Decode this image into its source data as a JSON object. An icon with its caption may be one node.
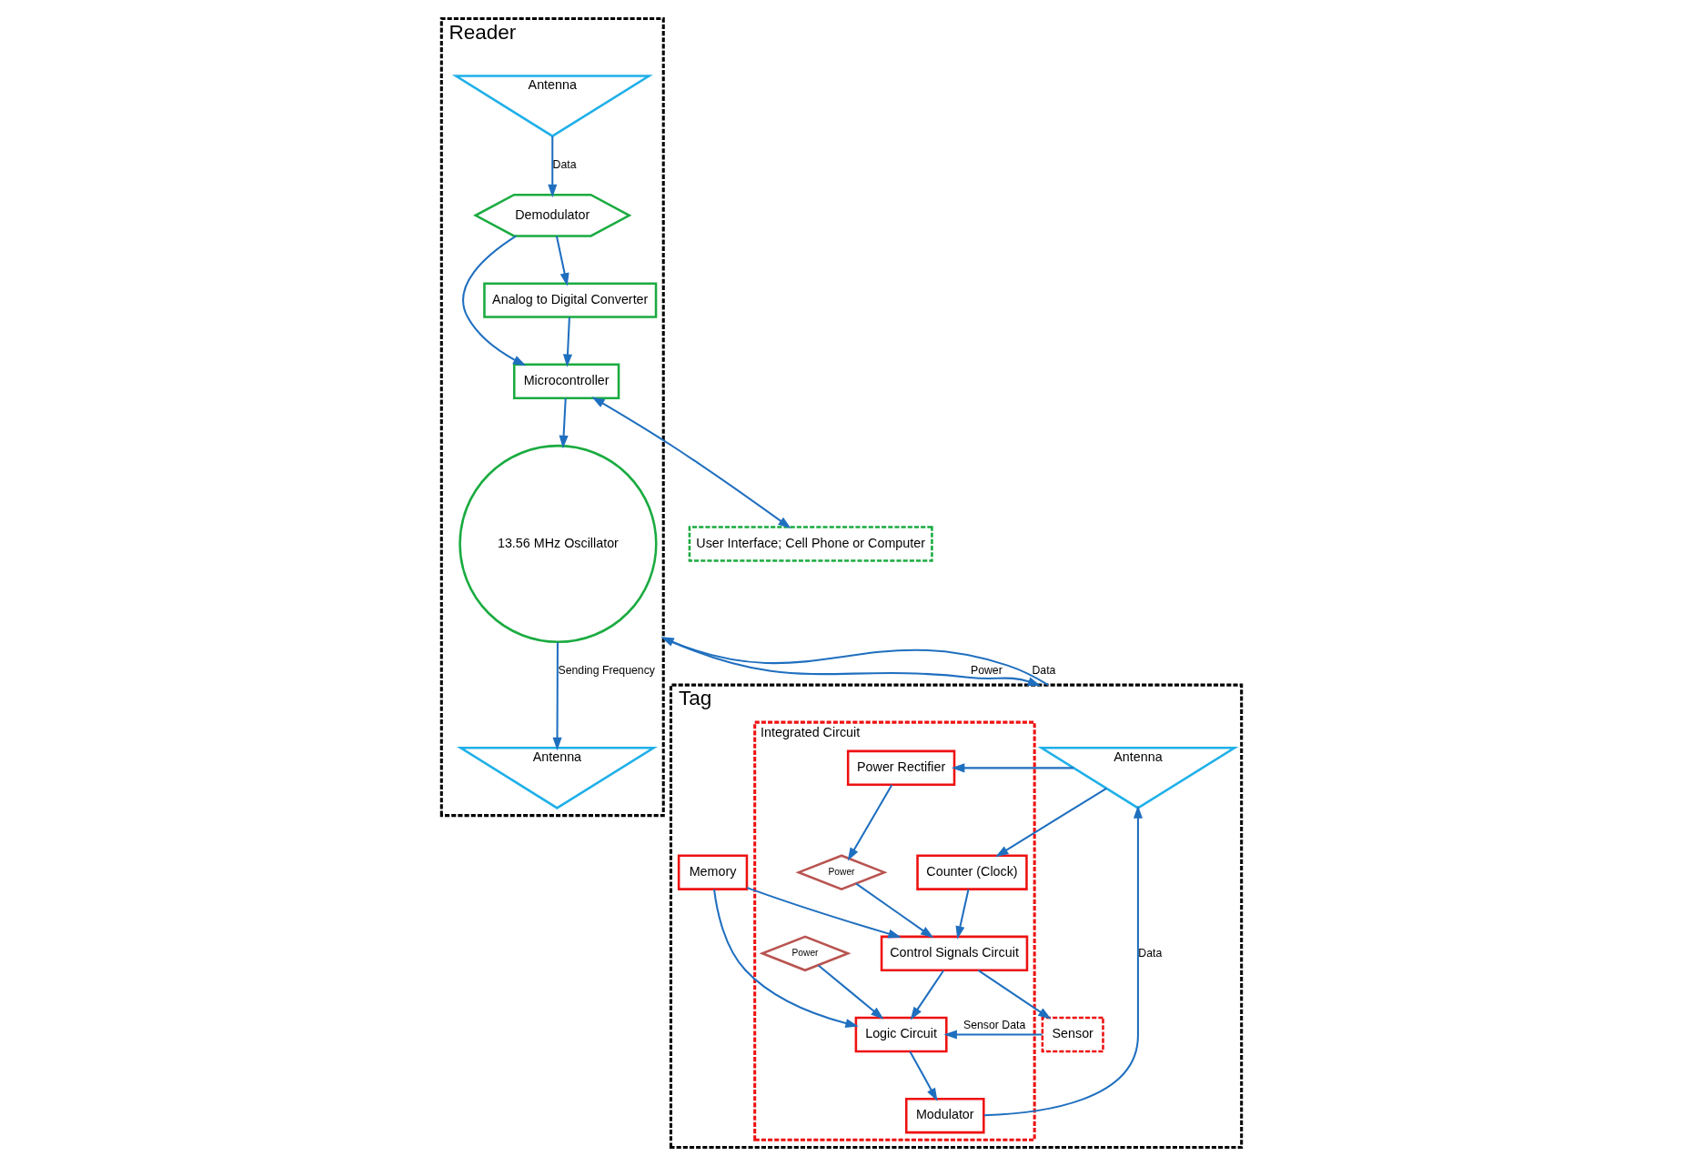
{
  "diagram": {
    "nodes": [
      {
        "text": [
          "Reader"
        ]
      },
      {
        "text": [
          "13.56 MHz Oscillator"
        ],
        "in": 0
      },
      {
        "text": [
          "Antenna"
        ],
        "in": 0
      },
      {
        "text": [
          "Antenna"
        ],
        "in": 0
      },
      {
        "text": [
          "Demodulator"
        ],
        "in": 0
      },
      {
        "text": [
          "Microcontroller"
        ],
        "in": 0
      },
      {
        "text": [
          "Analog to Digital Converter"
        ],
        "in": 0
      },
      {
        "text": [
          "User Interface; Cell Phone or Computer"
        ]
      },
      {
        "text": [
          "Tag"
        ]
      },
      {
        "text": [
          "Antenna"
        ],
        "in": 8
      },
      {
        "text": [
          "Integrated Circuit"
        ],
        "in": 8
      },
      {
        "text": [
          "Power Rectifier"
        ],
        "in": 10
      },
      {
        "text": [
          "Power"
        ],
        "in": 10
      },
      {
        "text": [
          "Counter (Clock)"
        ],
        "in": 10
      },
      {
        "text": [
          "Control Signals Circuit"
        ],
        "in": 10
      },
      {
        "text": [
          "Modulator"
        ],
        "in": 10
      },
      {
        "text": [
          "Power"
        ],
        "in": 10
      },
      {
        "text": [
          "Logic Circuit"
        ],
        "in": 10
      },
      {
        "text": [
          "Memory"
        ],
        "in": 8
      },
      {
        "text": [
          "Sensor"
        ],
        "in": 8
      }
    ],
    "edges": [
      {
        "from": 1,
        "to": 2,
        "arrow": "to",
        "label": "Sending Frequency"
      },
      {
        "from": 3,
        "to": 4,
        "arrow": "to",
        "label": "Data"
      },
      {
        "from": 4,
        "to": 5,
        "arrow": "to"
      },
      {
        "from": 4,
        "to": 6,
        "arrow": "to"
      },
      {
        "from": 6,
        "to": 5,
        "arrow": "to"
      },
      {
        "from": 5,
        "to": 1,
        "arrow": "to"
      },
      {
        "from": 5,
        "to": 7,
        "arrow": "both"
      },
      {
        "from": 0,
        "to": 8,
        "arrow": "to",
        "label": "Power"
      },
      {
        "from": 8,
        "to": 0,
        "arrow": "to",
        "label": "Data"
      },
      {
        "from": 9,
        "to": 11,
        "arrow": "to"
      },
      {
        "from": 9,
        "to": 13,
        "arrow": "to"
      },
      {
        "from": 15,
        "to": 9,
        "arrow": "to",
        "label": "Data"
      },
      {
        "from": 11,
        "to": 12,
        "arrow": "to"
      },
      {
        "from": 12,
        "to": 14,
        "arrow": "to"
      },
      {
        "from": 13,
        "to": 14,
        "arrow": "to"
      },
      {
        "from": 14,
        "to": 17,
        "arrow": "to"
      },
      {
        "from": 14,
        "to": 19,
        "arrow": "to"
      },
      {
        "from": 17,
        "to": 15,
        "arrow": "to"
      },
      {
        "from": 16,
        "to": 17,
        "arrow": "to"
      },
      {
        "from": 18,
        "to": 17,
        "arrow": "to"
      },
      {
        "from": 18,
        "to": 14,
        "arrow": "to"
      },
      {
        "from": 19,
        "to": 17,
        "arrow": "to",
        "label": "Sensor Data"
      }
    ]
  }
}
